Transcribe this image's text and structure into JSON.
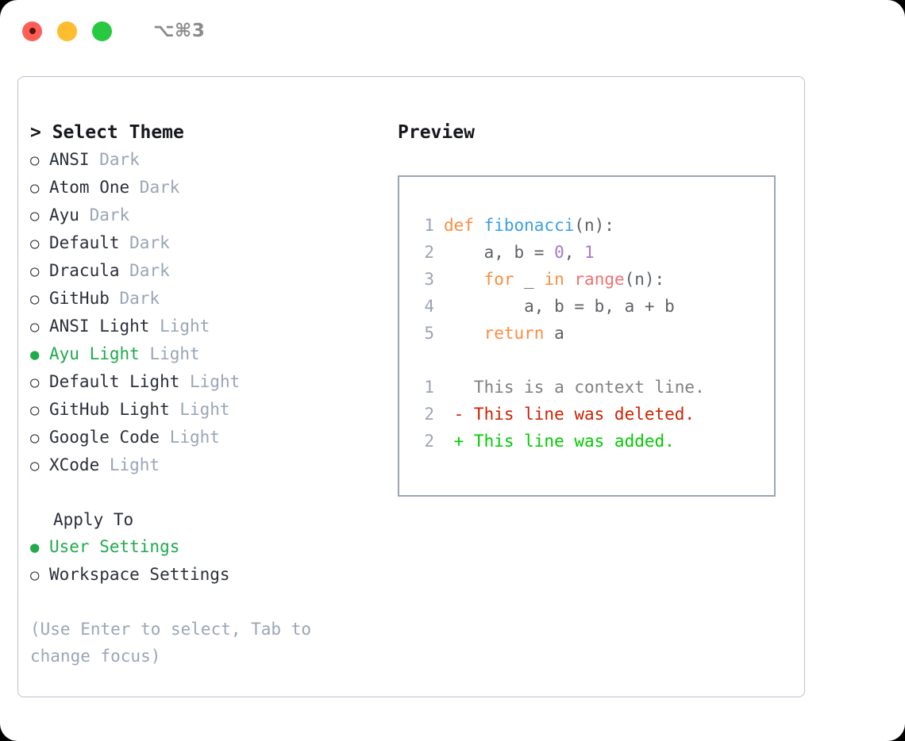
{
  "titlebar": {
    "shortcut": "⌥⌘3",
    "lights": [
      "close-red",
      "minimize-yellow",
      "maximize-green"
    ]
  },
  "left": {
    "heading": "> Select Theme",
    "themes": [
      {
        "bullet": "○",
        "name": "ANSI",
        "tag": "Dark",
        "selected": false
      },
      {
        "bullet": "○",
        "name": "Atom One",
        "tag": "Dark",
        "selected": false
      },
      {
        "bullet": "○",
        "name": "Ayu",
        "tag": "Dark",
        "selected": false
      },
      {
        "bullet": "○",
        "name": "Default",
        "tag": "Dark",
        "selected": false
      },
      {
        "bullet": "○",
        "name": "Dracula",
        "tag": "Dark",
        "selected": false
      },
      {
        "bullet": "○",
        "name": "GitHub",
        "tag": "Dark",
        "selected": false
      },
      {
        "bullet": "○",
        "name": "ANSI Light",
        "tag": "Light",
        "selected": false
      },
      {
        "bullet": "●",
        "name": "Ayu Light",
        "tag": "Light",
        "selected": true
      },
      {
        "bullet": "○",
        "name": "Default Light",
        "tag": "Light",
        "selected": false
      },
      {
        "bullet": "○",
        "name": "GitHub Light",
        "tag": "Light",
        "selected": false
      },
      {
        "bullet": "○",
        "name": "Google Code",
        "tag": "Light",
        "selected": false
      },
      {
        "bullet": "○",
        "name": "XCode",
        "tag": "Light",
        "selected": false
      }
    ],
    "apply_to_heading": "Apply To",
    "apply_to": [
      {
        "bullet": "●",
        "name": "User Settings",
        "selected": true
      },
      {
        "bullet": "○",
        "name": "Workspace Settings",
        "selected": false
      }
    ],
    "hint": "(Use Enter to select, Tab to change focus)"
  },
  "right": {
    "heading": "Preview",
    "code_lines": [
      {
        "no": "1",
        "tokens": [
          {
            "t": "def ",
            "c": "kw"
          },
          {
            "t": "fibonacci",
            "c": "fn"
          },
          {
            "t": "(n):",
            "c": "plain"
          }
        ]
      },
      {
        "no": "2",
        "tokens": [
          {
            "t": "    a, b = ",
            "c": "plain"
          },
          {
            "t": "0",
            "c": "num"
          },
          {
            "t": ", ",
            "c": "plain"
          },
          {
            "t": "1",
            "c": "num"
          }
        ]
      },
      {
        "no": "3",
        "tokens": [
          {
            "t": "    ",
            "c": "plain"
          },
          {
            "t": "for",
            "c": "kw"
          },
          {
            "t": " _ ",
            "c": "plain"
          },
          {
            "t": "in",
            "c": "kw"
          },
          {
            "t": " ",
            "c": "plain"
          },
          {
            "t": "range",
            "c": "built"
          },
          {
            "t": "(n):",
            "c": "plain"
          }
        ]
      },
      {
        "no": "4",
        "tokens": [
          {
            "t": "        a, b = b, a + b",
            "c": "plain"
          }
        ]
      },
      {
        "no": "5",
        "tokens": [
          {
            "t": "    ",
            "c": "plain"
          },
          {
            "t": "return",
            "c": "kw"
          },
          {
            "t": " a",
            "c": "plain"
          }
        ]
      }
    ],
    "diff_lines": [
      {
        "no": "1",
        "marker": " ",
        "text": " This is a context line.",
        "kind": "ctx"
      },
      {
        "no": "2",
        "marker": "-",
        "text": " This line was deleted.",
        "kind": "del"
      },
      {
        "no": "2",
        "marker": "+",
        "text": " This line was added.",
        "kind": "add"
      }
    ]
  },
  "colors": {
    "selection_green": "#1faa4b",
    "keyword_orange": "#fa8d3e",
    "function_blue": "#399ee6",
    "number_purple": "#a37acc",
    "builtin_red": "#f07171",
    "diff_deleted": "#cc2200",
    "diff_added": "#00cc00",
    "muted_gray": "#9aa5b8"
  }
}
